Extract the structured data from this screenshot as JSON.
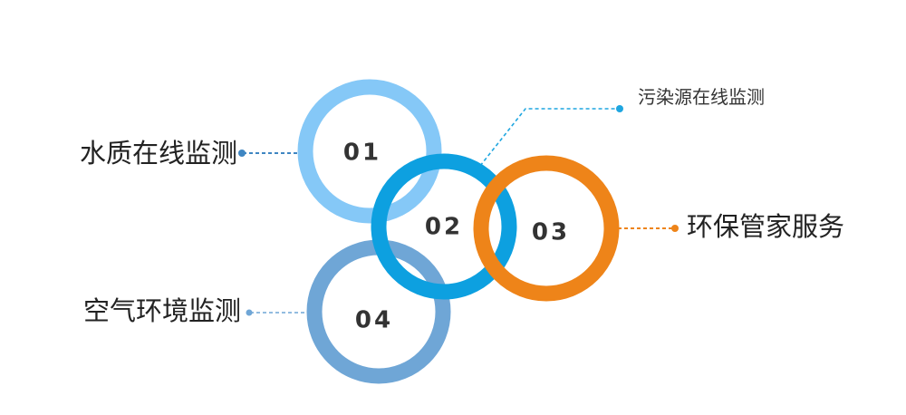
{
  "items": [
    {
      "number": "01",
      "label": "水质在线监测",
      "color": "#85C8F7"
    },
    {
      "number": "02",
      "label": "污染源在线监测",
      "color": "#0DA0E0"
    },
    {
      "number": "03",
      "label": "环保管家服务",
      "color": "#EE8419"
    },
    {
      "number": "04",
      "label": "空气环境监测",
      "color": "#6FA6D6"
    }
  ]
}
